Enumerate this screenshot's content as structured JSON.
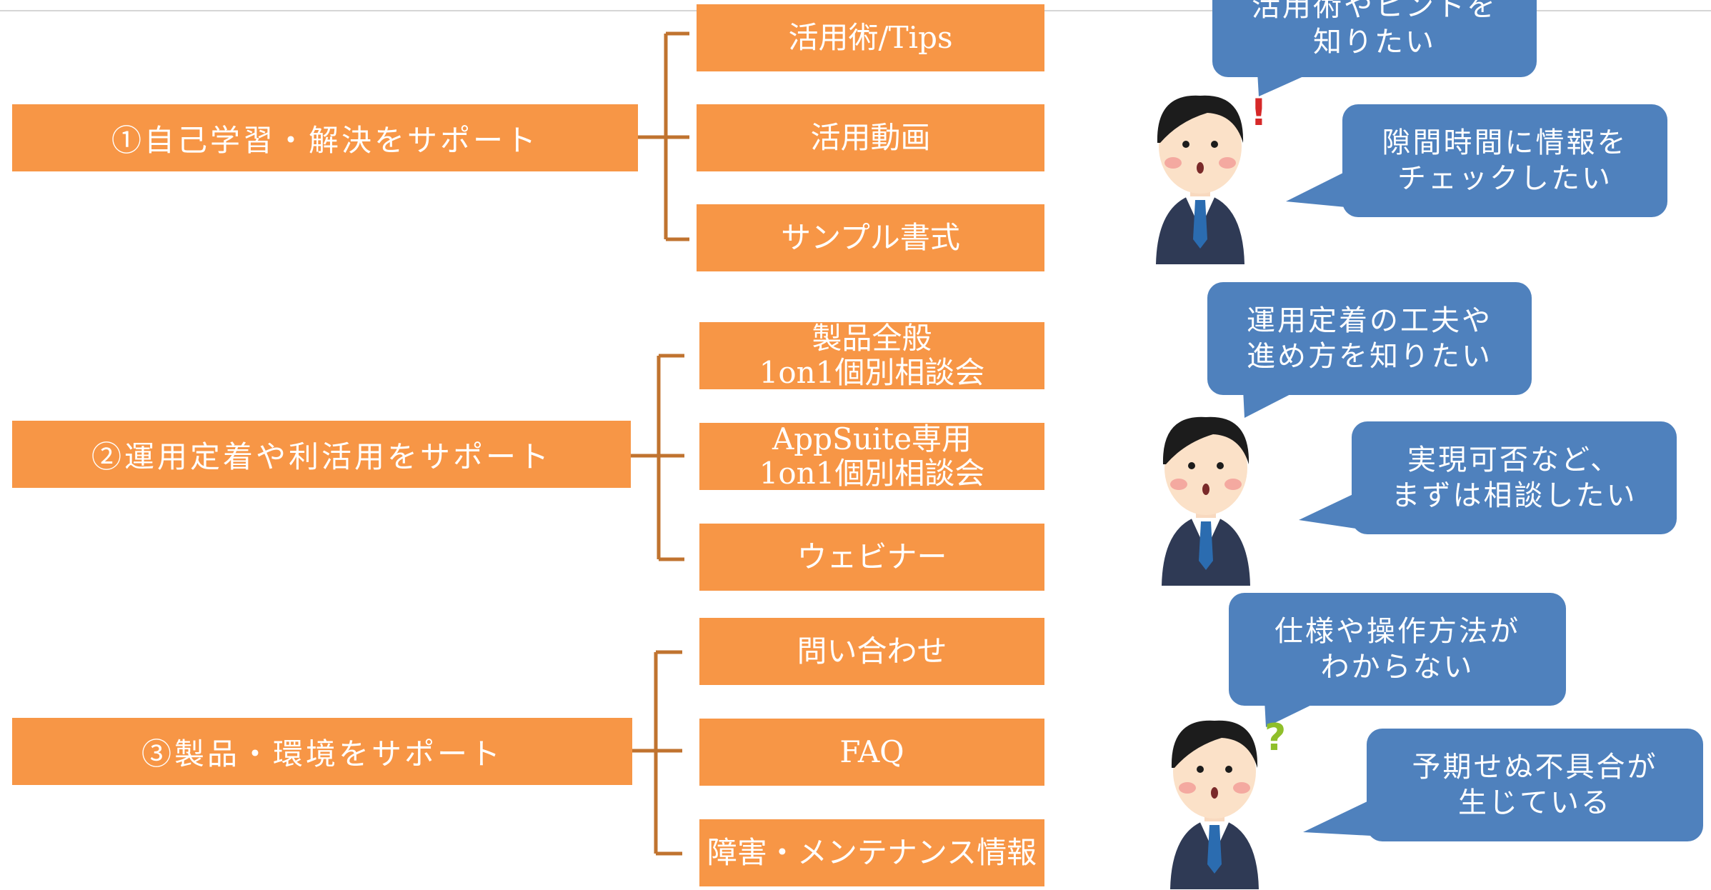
{
  "colors": {
    "box": "#f79646",
    "connector": "#c0732f",
    "bubble": "#4f81bd",
    "divider": "#d6d6d6"
  },
  "categories": [
    {
      "label": "①自己学習・解決をサポート",
      "items": [
        {
          "lines": [
            "活用術/Tips"
          ]
        },
        {
          "lines": [
            "活用動画"
          ]
        },
        {
          "lines": [
            "サンプル書式"
          ]
        }
      ]
    },
    {
      "label": "②運用定着や利活用をサポート",
      "items": [
        {
          "lines": [
            "製品全般",
            "1on1個別相談会"
          ]
        },
        {
          "lines": [
            "AppSuite専用",
            "1on1個別相談会"
          ]
        },
        {
          "lines": [
            "ウェビナー"
          ]
        }
      ]
    },
    {
      "label": "③製品・環境をサポート",
      "items": [
        {
          "lines": [
            "問い合わせ"
          ]
        },
        {
          "lines": [
            "FAQ"
          ]
        },
        {
          "lines": [
            "障害・メンテナンス情報"
          ]
        }
      ]
    }
  ],
  "bubbles": [
    {
      "lines": [
        "活用術やヒントを",
        "知りたい"
      ]
    },
    {
      "lines": [
        "隙間時間に情報を",
        "チェックしたい"
      ]
    },
    {
      "lines": [
        "運用定着の工夫や",
        "進め方を知りたい"
      ]
    },
    {
      "lines": [
        "実現可否など、",
        "まずは相談したい"
      ]
    },
    {
      "lines": [
        "仕様や操作方法が",
        "わからない"
      ]
    },
    {
      "lines": [
        "予期せぬ不具合が",
        "生じている"
      ]
    }
  ],
  "characters": [
    {
      "icon": "businessman-surprised-icon",
      "mark": "!"
    },
    {
      "icon": "businessman-thinking-icon",
      "mark": ""
    },
    {
      "icon": "businessman-confused-icon",
      "mark": "?"
    }
  ]
}
